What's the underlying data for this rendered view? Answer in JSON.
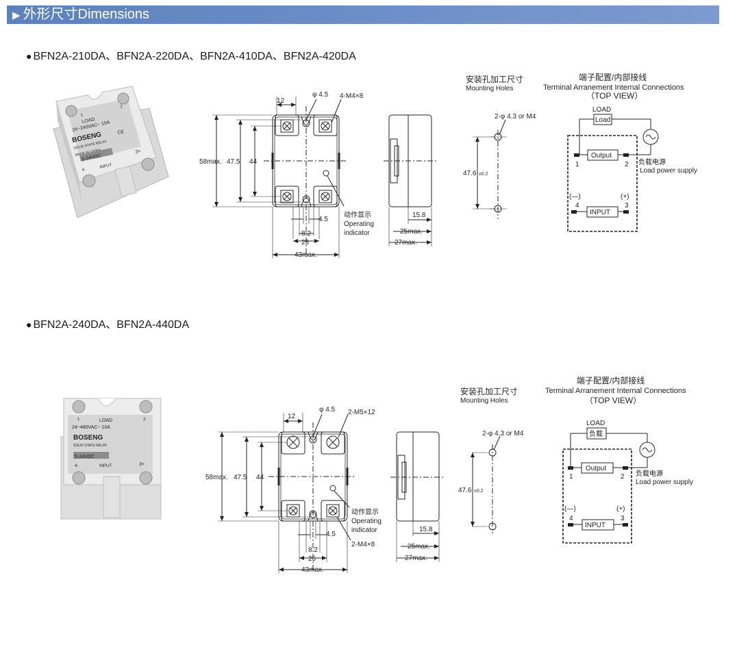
{
  "header": {
    "title": "外形尺寸Dimensions",
    "marker": "▶"
  },
  "sections": [
    {
      "title": "BFN2A-210DA、BFN2A-220DA、BFN2A-410DA、BFN2A-420DA",
      "photo": {
        "brand": "BOSENG",
        "load_label": "LOAD",
        "rating": "24~240VAC~ 10A",
        "subtitle": "SOLID STATE RELAY",
        "input_rating": "5-24VDC",
        "input_label": "INPUT",
        "terminal_minus": "4-",
        "terminal_plus": "3+",
        "terminal_1": "1",
        "terminal_2": "2",
        "ce_mark": "CE",
        "origin": "MADE IN CHINA"
      },
      "front": {
        "dim_12": "12",
        "hole_dia": "φ 4.5",
        "screws": "4-M4×8",
        "height_outer": "58max.",
        "height_mid": "47.5",
        "height_inner": "44",
        "gap_45": "4.5",
        "dim_82": "8.2",
        "dim_25": "25",
        "width_max": "43max.",
        "indicator_cn": "动作显示",
        "indicator_en1": "Operating",
        "indicator_en2": "indicator",
        "screws_lower": ""
      },
      "side": {
        "dim_158": "15.8",
        "dim_25max": "25max.",
        "dim_27max": "27max."
      },
      "mount": {
        "title_cn": "安装孔加工尺寸",
        "title_en": "Mounting Holes",
        "hole_label": "2-φ 4.3 or M4",
        "spacing": "47.6",
        "tolerance": "±0.2"
      },
      "terminal": {
        "title_cn": "端子配置/内部接线",
        "title_en": "Terminal Arranement Internal Connections",
        "view": "（TOP VIEW）",
        "load_top": "LOAD",
        "load_box": "Load",
        "output": "Output",
        "input": "INPUT",
        "t1": "1",
        "t2": "2",
        "t3": "3",
        "t4": "4",
        "minus": "(—)",
        "plus": "(+)",
        "supply_cn": "负载电源",
        "supply_en": "Load power supply"
      }
    },
    {
      "title": "BFN2A-240DA、BFN2A-440DA",
      "photo": {
        "brand": "BOSENG",
        "load_label": "LOAD",
        "rating": "24~480VAC~ 10A",
        "subtitle": "SOLID STATE RELAY",
        "input_rating": "5-24VDC",
        "input_label": "INPUT",
        "terminal_minus": "4-",
        "terminal_plus": "3+",
        "terminal_1": "1",
        "terminal_2": "2",
        "ce_mark": "",
        "origin": ""
      },
      "front": {
        "dim_12": "12",
        "hole_dia": "φ 4.5",
        "screws": "2-M5×12",
        "height_outer": "58max.",
        "height_mid": "47.5",
        "height_inner": "44",
        "gap_45": "4.5",
        "dim_82": "8.2",
        "dim_25": "25",
        "width_max": "43max.",
        "indicator_cn": "动作显示",
        "indicator_en1": "Operating",
        "indicator_en2": "indicator",
        "screws_lower": "2-M4×8"
      },
      "side": {
        "dim_158": "15.8",
        "dim_25max": "25max.",
        "dim_27max": "27max."
      },
      "mount": {
        "title_cn": "安装孔加工尺寸",
        "title_en": "Mounting Holes",
        "hole_label": "2-φ 4.3 or M4",
        "spacing": "47.6",
        "tolerance": "±0.2"
      },
      "terminal": {
        "title_cn": "端子配置/内部接线",
        "title_en": "Terminal Arranement Internal Connections",
        "view": "（TOP VIEW）",
        "load_top": "LOAD",
        "load_box": "负载",
        "output": "Output",
        "input": "INPUT",
        "t1": "1",
        "t2": "2",
        "t3": "3",
        "t4": "4",
        "minus": "(—)",
        "plus": "(+)",
        "supply_cn": "负载电源",
        "supply_en": "Load power supply"
      }
    }
  ]
}
